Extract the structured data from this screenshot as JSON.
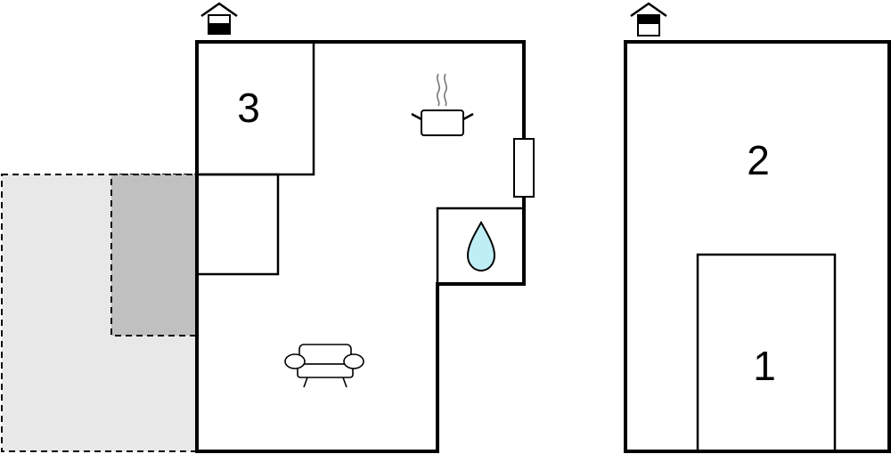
{
  "floors": [
    {
      "id": "left-floor",
      "entrance_icon": "house-entrance-icon",
      "rooms": [
        {
          "number": "3"
        }
      ],
      "symbols": [
        "cooking-pot-icon",
        "water-drop-icon",
        "sofa-icon",
        "radiator-icon"
      ],
      "outdoor_areas": [
        "terrace-light",
        "terrace-covered"
      ]
    },
    {
      "id": "right-floor",
      "entrance_icon": "house-entrance-icon",
      "rooms": [
        {
          "number": "2"
        },
        {
          "number": "1"
        }
      ]
    }
  ],
  "colors": {
    "wall": "#000000",
    "terrace_light": "#e8e8e8",
    "terrace_dark": "#c0c0c0",
    "water": "#bfeef5",
    "background": "#ffffff"
  }
}
